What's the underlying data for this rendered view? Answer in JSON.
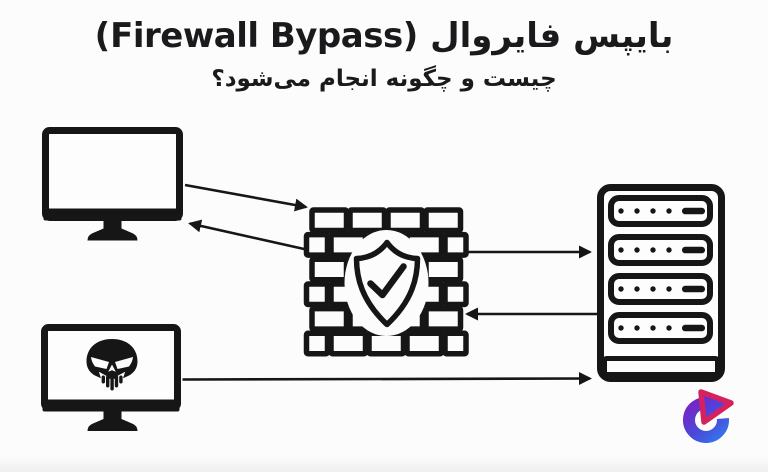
{
  "header": {
    "title": "بایپس فایروال (Firewall Bypass)",
    "subtitle": "چیست و چگونه انجام می‌شود؟"
  },
  "diagram": {
    "ink_color": "#161616",
    "background_color": "#fcfcfc",
    "nodes": [
      {
        "id": "client",
        "icon": "computer-monitor-icon"
      },
      {
        "id": "firewall",
        "icon": "firewall-brick-wall-shield-check-icon"
      },
      {
        "id": "server",
        "icon": "server-rack-icon"
      },
      {
        "id": "attacker",
        "icon": "computer-monitor-skull-icon"
      }
    ],
    "arrows": [
      {
        "from": "client",
        "to": "firewall"
      },
      {
        "from": "firewall",
        "to": "client"
      },
      {
        "from": "firewall",
        "to": "server"
      },
      {
        "from": "server",
        "to": "firewall"
      },
      {
        "from": "attacker",
        "to": "server",
        "note": "bypass-under-firewall"
      }
    ]
  },
  "logo": {
    "icon": "play-c-brand-logo",
    "colors": {
      "gradient_start": "#7b1fc4",
      "gradient_end": "#2f7ff0",
      "accent_pink": "#d6215f"
    }
  }
}
